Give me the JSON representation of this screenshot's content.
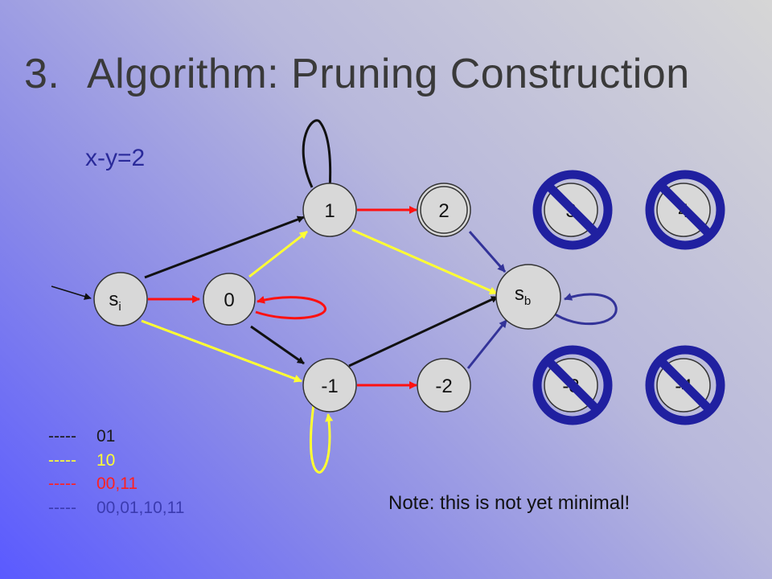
{
  "slide": {
    "title_number": "3.",
    "title_text": "Algorithm: Pruning Construction",
    "constraint_label": "x-y=2",
    "note": "Note: this is not yet minimal!"
  },
  "nodes": [
    {
      "id": "si",
      "label": "s",
      "sub": "i"
    },
    {
      "id": "n0",
      "label": "0"
    },
    {
      "id": "n1",
      "label": "1"
    },
    {
      "id": "n2",
      "label": "2"
    },
    {
      "id": "nm1",
      "label": "-1"
    },
    {
      "id": "nm2",
      "label": "-2"
    },
    {
      "id": "sb",
      "label": "s",
      "sub": "b"
    },
    {
      "id": "n3",
      "label": "3",
      "pruned": true
    },
    {
      "id": "n4",
      "label": "4",
      "pruned": true
    },
    {
      "id": "nm3",
      "label": "-3",
      "pruned": true
    },
    {
      "id": "nm4",
      "label": "-4",
      "pruned": true
    }
  ],
  "legend": [
    {
      "dash": "-----",
      "label": "01",
      "color": "#1a1a1a"
    },
    {
      "dash": "-----",
      "label": "10",
      "color": "#ffff33"
    },
    {
      "dash": "-----",
      "label": "00,11",
      "color": "#ff2020"
    },
    {
      "dash": "-----",
      "label": "00,01,10,11",
      "color": "#3b3bb0"
    }
  ],
  "colors": {
    "black_edge": "#111111",
    "yellow_edge": "#ffff33",
    "red_edge": "#ff1111",
    "blue_edge": "#333399",
    "prohibit_sign": "#2020a0",
    "node_fill": "#d8d8d8"
  }
}
